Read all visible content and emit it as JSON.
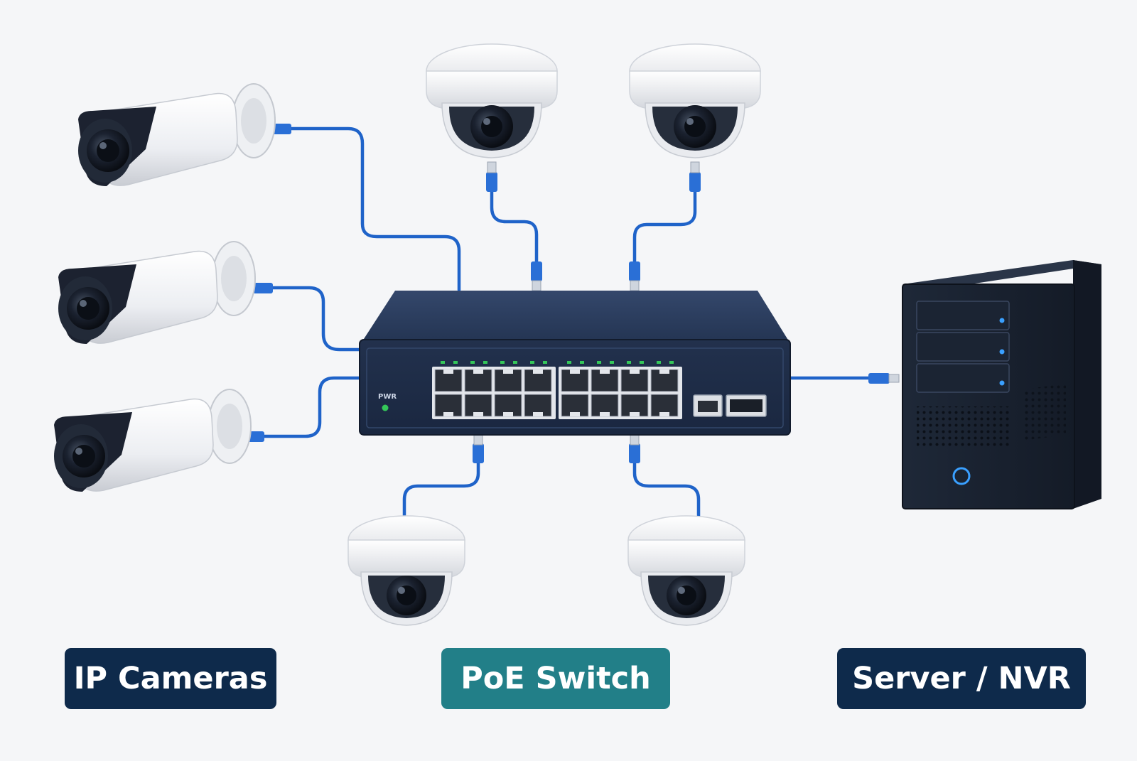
{
  "labels": {
    "cameras": "IP Cameras",
    "switch": "PoE Switch",
    "server": "Server / NVR"
  },
  "switch_panel": {
    "power_label": "PWR"
  },
  "colors": {
    "background": "#f5f6f8",
    "cable": "#1f63c9",
    "switch_body": "#223352",
    "server_body": "#1c2536",
    "label_dark": "#0e2a4b",
    "label_teal": "#227f88",
    "status_led": "#34c759",
    "server_led": "#3aa0ff"
  },
  "icons": [
    "bullet-camera-icon",
    "dome-camera-icon",
    "poe-switch-icon",
    "server-tower-icon",
    "ethernet-connector-icon"
  ]
}
